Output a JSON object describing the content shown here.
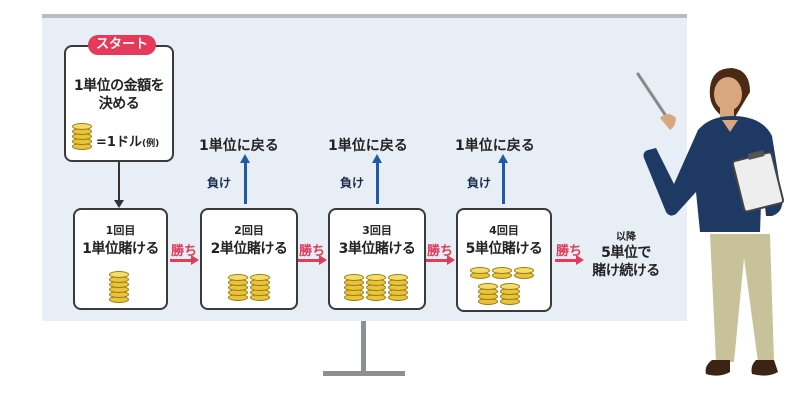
{
  "start": {
    "badge": "スタート",
    "line1": "1単位の金額を",
    "line2": "決める",
    "example": "=1ドル",
    "example_note": "(例)"
  },
  "steps": [
    {
      "round": "1回目",
      "bet": "1単位賭ける",
      "coins": 1
    },
    {
      "round": "2回目",
      "bet": "2単位賭ける",
      "coins": 2
    },
    {
      "round": "3回目",
      "bet": "3単位賭ける",
      "coins": 3
    },
    {
      "round": "4回目",
      "bet": "5単位賭ける",
      "coins": 5
    }
  ],
  "win_label": "勝ち",
  "lose_label": "負け",
  "back_label": "1単位に戻る",
  "after": {
    "label_small": "以降",
    "line1": "5単位で",
    "line2": "賭け続ける"
  },
  "colors": {
    "win": "#e53a5a",
    "lose_arrow": "#1f5aa8",
    "badge": "#e53a5a",
    "coin": "#e8c43a",
    "board": "#e8eef6"
  }
}
